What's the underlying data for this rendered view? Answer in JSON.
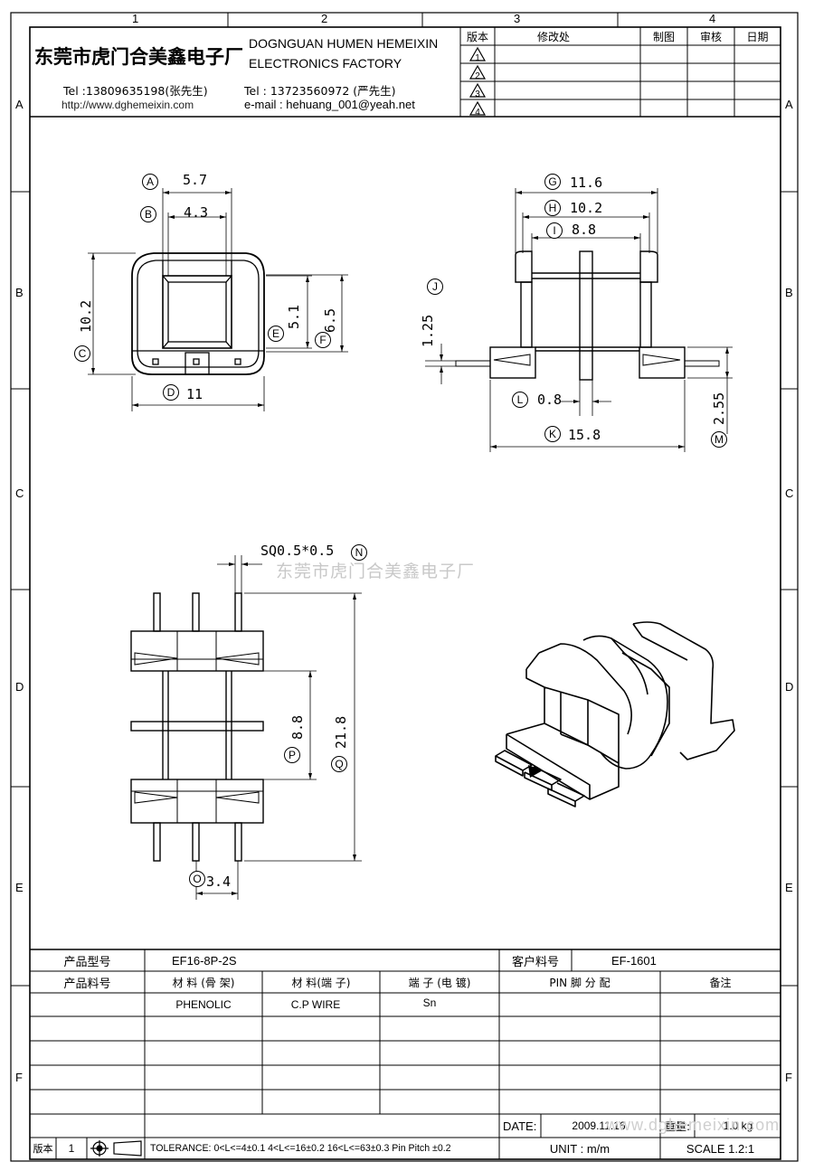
{
  "grid": {
    "columns": [
      "1",
      "2",
      "3",
      "4"
    ],
    "rows": [
      "A",
      "B",
      "C",
      "D",
      "E",
      "F"
    ]
  },
  "header": {
    "company_cn": "东莞市虎门合美鑫电子厂",
    "company_en_line1": "DOGNGUAN HUMEN HEMEIXIN",
    "company_en_line2": "ELECTRONICS FACTORY",
    "tel1": "Tel :13809635198(张先生)",
    "tel2": "Tel : 13723560972 (严先生)",
    "website": "http://www.dghemeixin.com",
    "email": "e-mail : hehuang_001@yeah.net"
  },
  "revision_table": {
    "headers": [
      "版本",
      "修改处",
      "制图",
      "审核",
      "日期"
    ],
    "revisions": [
      "1",
      "2",
      "3",
      "4"
    ]
  },
  "dimensions": {
    "A": "5.7",
    "B": "4.3",
    "C": "10.2",
    "D": "11",
    "E": "5.1",
    "F": "6.5",
    "G": "11.6",
    "H": "10.2",
    "I": "8.8",
    "J": "1.25",
    "K": "15.8",
    "L": "0.8",
    "M": "2.55",
    "N": "SQ0.5*0.5",
    "O": "3.4",
    "P": "8.8",
    "Q": "21.8"
  },
  "watermark_text": "东莞市虎门合美鑫电子厂",
  "info_table": {
    "product_model_label": "产品型号",
    "product_model": "EF16-8P-2S",
    "customer_pn_label": "客户料号",
    "customer_pn": "EF-1601",
    "product_pn_label": "产品料号",
    "col_material_bobbin": "材 料 (骨 架)",
    "col_material_terminal": "材 料(端 子)",
    "col_terminal_plating": "端 子 (电 镀)",
    "col_pin_assign": "PIN 脚 分 配",
    "col_remarks": "备注",
    "material_bobbin": "PHENOLIC",
    "material_terminal": "C.P WIRE",
    "plating": "Sn",
    "date_label": "DATE:",
    "date_value": "2009.11.16",
    "weight_label": "重量:",
    "weight_value": "1.0 kg",
    "watermark_url": "www.dghemeixin.com",
    "version_label": "版本",
    "version_value": "1",
    "tolerance": "TOLERANCE: 0<L<=4±0.1  4<L<=16±0.2  16<L<=63±0.3  Pin Pitch  ±0.2",
    "unit": "UNIT : m/m",
    "scale": "SCALE  1.2:1"
  }
}
